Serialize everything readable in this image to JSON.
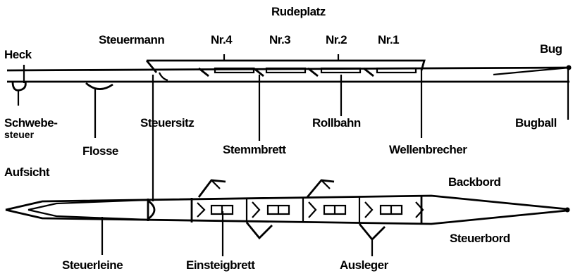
{
  "side_view": {
    "rowing_positions": "Rudeplatz",
    "steersman": "Steuermann",
    "seat_4": "Nr.4",
    "seat_3": "Nr.3",
    "seat_2": "Nr.2",
    "seat_1": "Nr.1",
    "stern": "Heck",
    "bow": "Bug",
    "rudder_line1": "Schwebe-",
    "rudder_line2": "steuer",
    "fin": "Flosse",
    "cox_seat": "Steuersitz",
    "footboard": "Stemmbrett",
    "slide": "Rollbahn",
    "bow_ball": "Bugball",
    "breakwater": "Wellenbrecher"
  },
  "top_view": {
    "title": "Aufsicht",
    "port": "Backbord",
    "starboard": "Steuerbord",
    "steering_line": "Steuerleine",
    "entry_board": "Einsteigbrett",
    "rigger": "Ausleger"
  }
}
